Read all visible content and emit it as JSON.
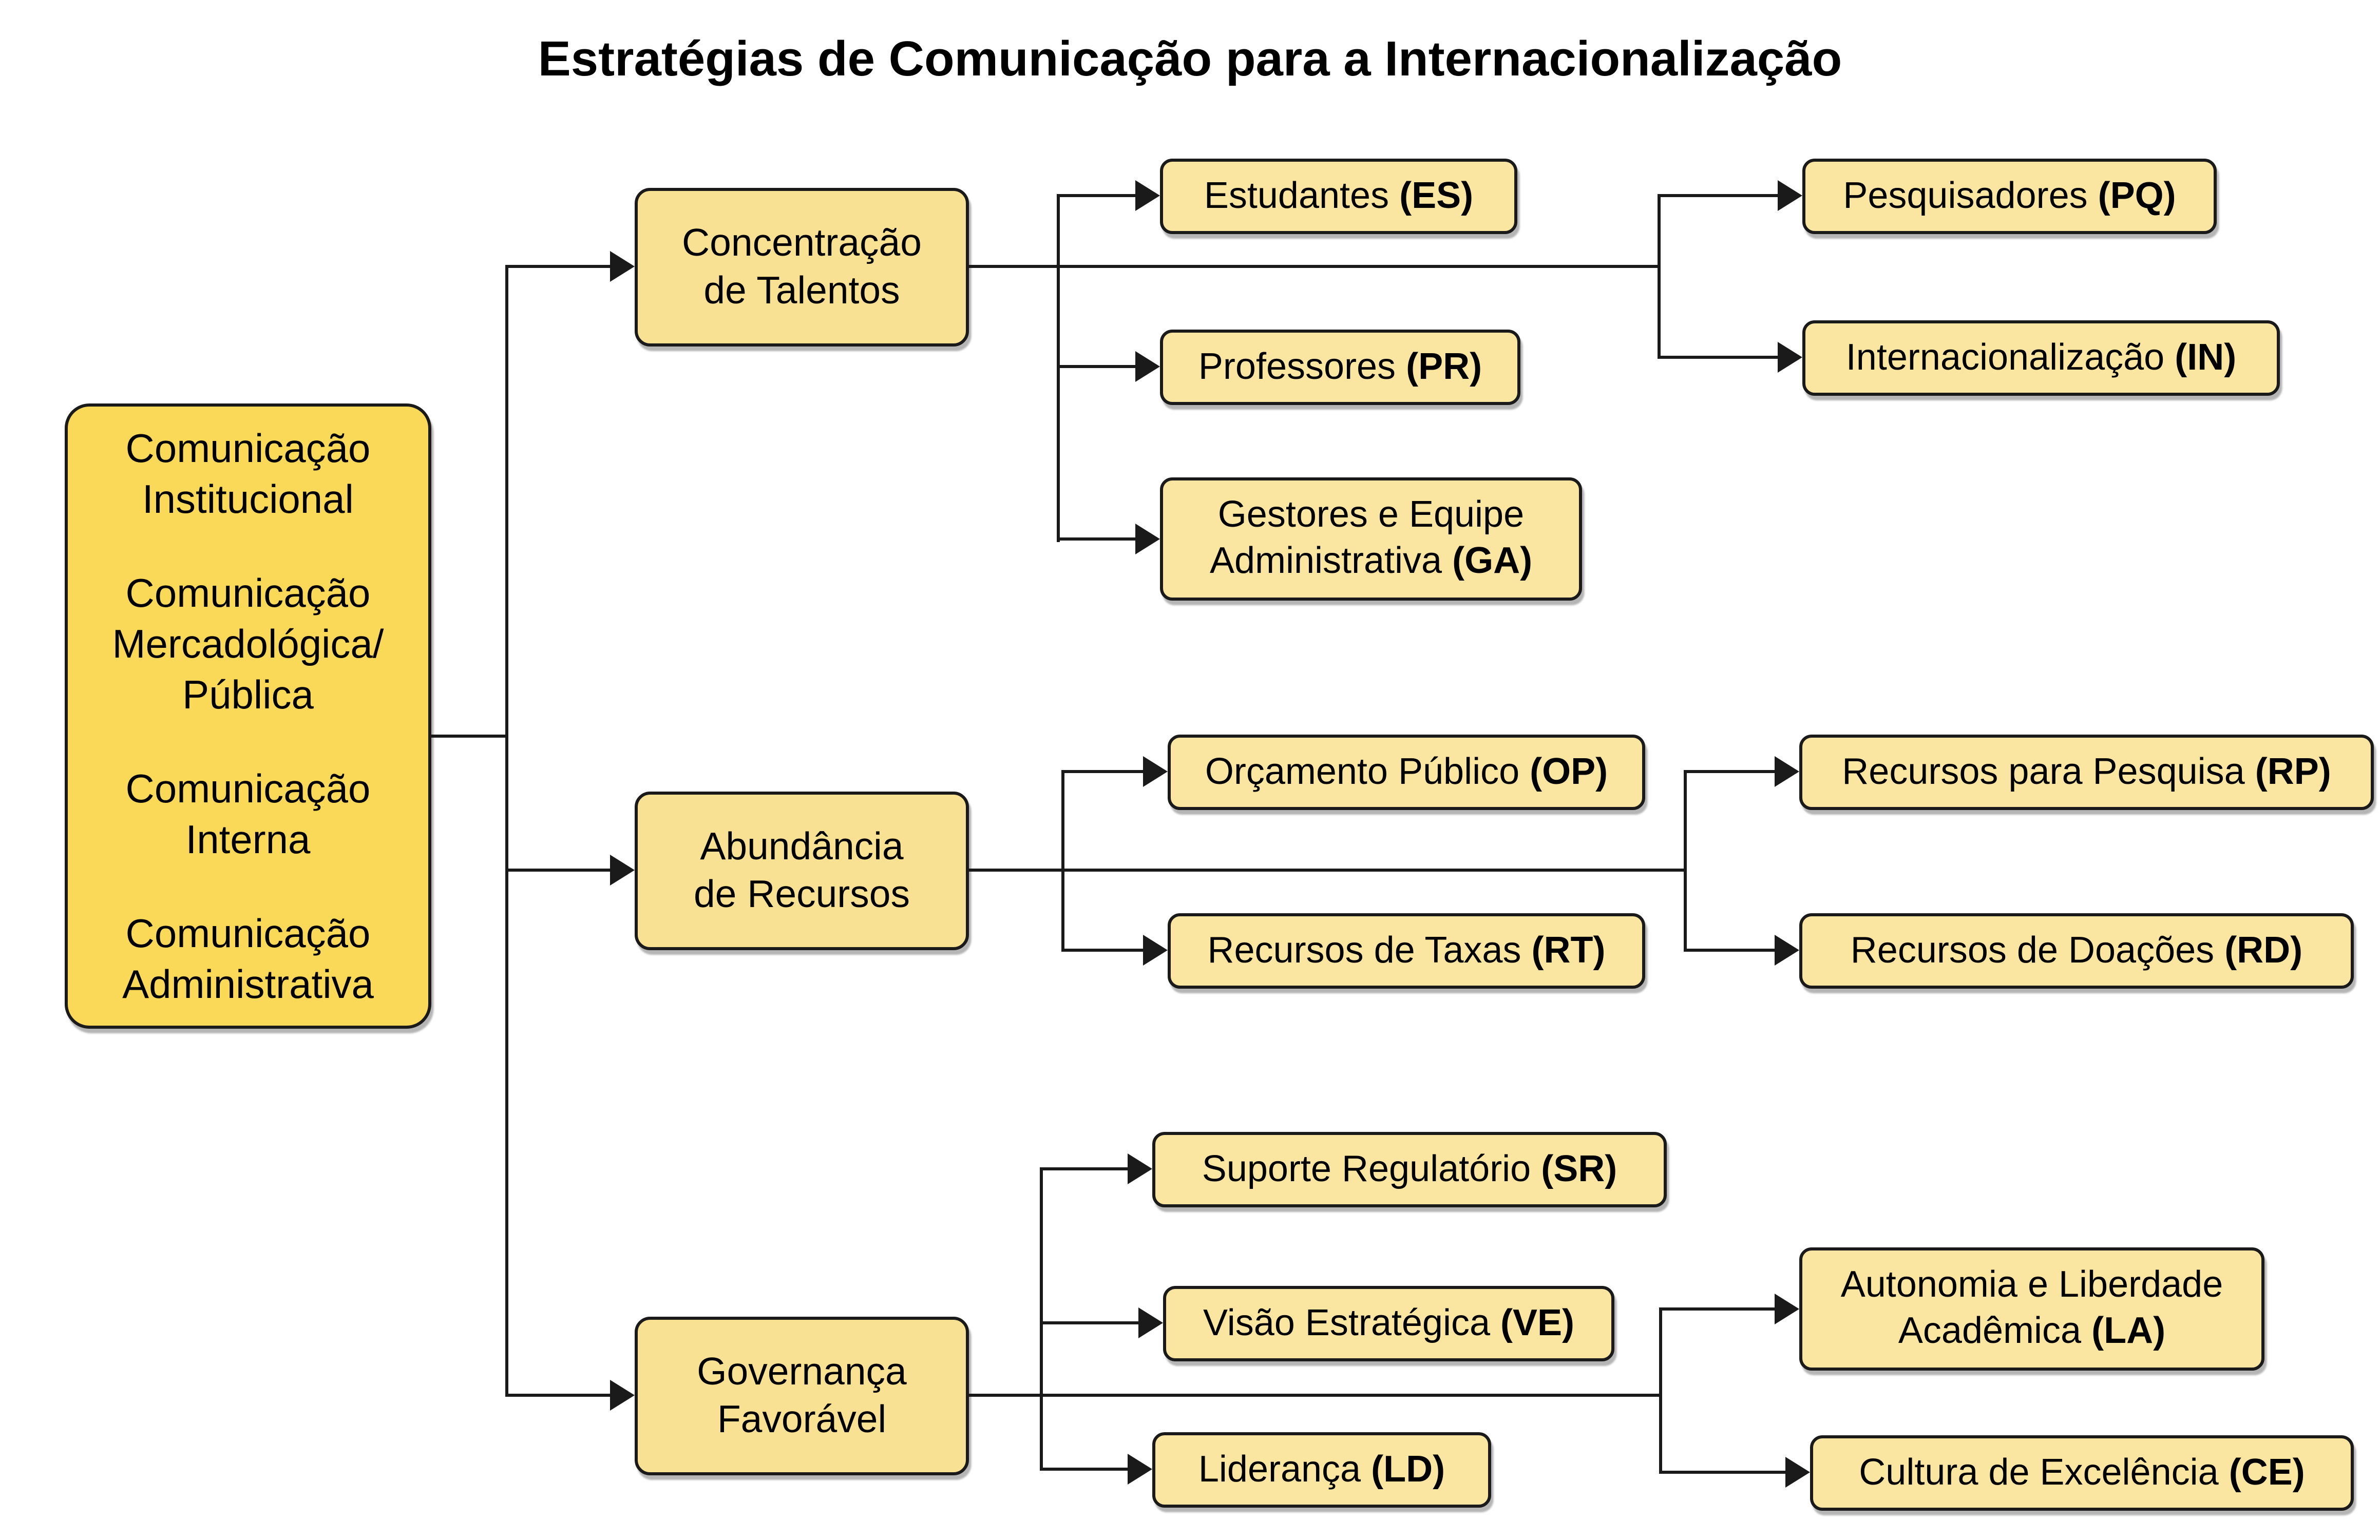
{
  "title": "Estratégias de Comunicação para a Internacionalização",
  "colors": {
    "root_fill": "#FAD858",
    "mid_fill": "#F8E193",
    "node_fill": "#FAE6A1",
    "border": "#1A1A1A",
    "line": "#1A1A1A"
  },
  "root": {
    "paragraphs": [
      [
        "Comunicação",
        "Institucional"
      ],
      [
        "Comunicação",
        "Mercadológica/",
        "Pública"
      ],
      [
        "Comunicação",
        "Interna"
      ],
      [
        "Comunicação",
        "Administrativa"
      ]
    ]
  },
  "level2": [
    {
      "id": "talentos",
      "lines": [
        "Concentração",
        "de Talentos"
      ],
      "children": [
        "es",
        "pr",
        "ga",
        "pq",
        "in"
      ]
    },
    {
      "id": "recursos",
      "lines": [
        "Abundância",
        "de Recursos"
      ],
      "children": [
        "op",
        "rt",
        "rp",
        "rd"
      ]
    },
    {
      "id": "governanca",
      "lines": [
        "Governança",
        "Favorável"
      ],
      "children": [
        "sr",
        "ve",
        "ld",
        "la",
        "ce"
      ]
    }
  ],
  "leaves": {
    "es": {
      "label": "Estudantes",
      "code": "(ES)"
    },
    "pr": {
      "label": "Professores",
      "code": "(PR)"
    },
    "ga": {
      "line1": "Gestores e Equipe",
      "line2": "Administrativa",
      "code": "(GA)"
    },
    "pq": {
      "label": "Pesquisadores",
      "code": "(PQ)"
    },
    "in": {
      "label": "Internacionalização",
      "code": "(IN)"
    },
    "op": {
      "label": "Orçamento Público",
      "code": "(OP)"
    },
    "rt": {
      "label": "Recursos de Taxas",
      "code": "(RT)"
    },
    "rp": {
      "label": "Recursos para Pesquisa",
      "code": "(RP)"
    },
    "rd": {
      "label": "Recursos de Doações",
      "code": "(RD)"
    },
    "sr": {
      "label": "Suporte Regulatório",
      "code": "(SR)"
    },
    "ve": {
      "label": "Visão Estratégica",
      "code": "(VE)"
    },
    "ld": {
      "label": "Liderança",
      "code": "(LD)"
    },
    "la": {
      "line1": "Autonomia e Liberdade",
      "line2": "Acadêmica",
      "code": "(LA)"
    },
    "ce": {
      "label": "Cultura de Excelência",
      "code": "(CE)"
    }
  }
}
